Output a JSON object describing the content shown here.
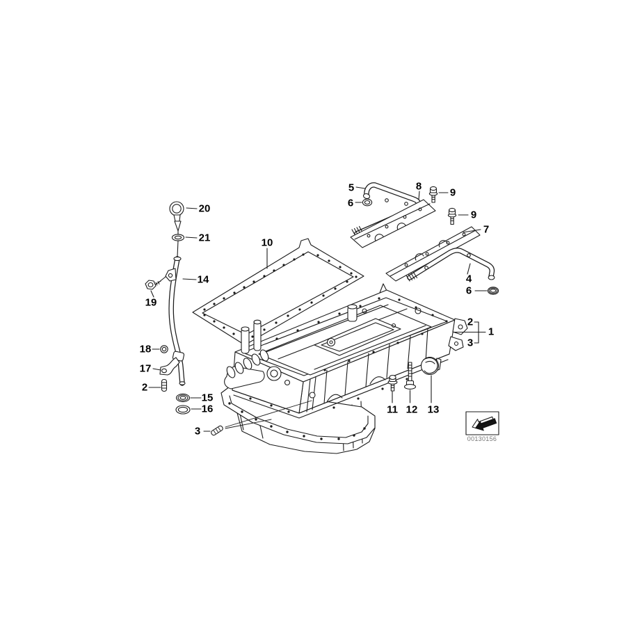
{
  "drawing": {
    "type": "exploded-parts-diagram",
    "subject": "engine oil pan assembly",
    "drawing_number": "00130156",
    "colors": {
      "line": "#1a1a1a",
      "label": "#000000",
      "id_text": "#767676"
    }
  },
  "callouts": [
    {
      "label": "5"
    },
    {
      "label": "6"
    },
    {
      "label": "8"
    },
    {
      "label": "9"
    },
    {
      "label": "9"
    },
    {
      "label": "7"
    },
    {
      "label": "20"
    },
    {
      "label": "21"
    },
    {
      "label": "10"
    },
    {
      "label": "14"
    },
    {
      "label": "19"
    },
    {
      "label": "4"
    },
    {
      "label": "6"
    },
    {
      "label": "2"
    },
    {
      "label": "1"
    },
    {
      "label": "3"
    },
    {
      "label": "18"
    },
    {
      "label": "17"
    },
    {
      "label": "2"
    },
    {
      "label": "15"
    },
    {
      "label": "16"
    },
    {
      "label": "11"
    },
    {
      "label": "12"
    },
    {
      "label": "13"
    },
    {
      "label": "3"
    }
  ]
}
